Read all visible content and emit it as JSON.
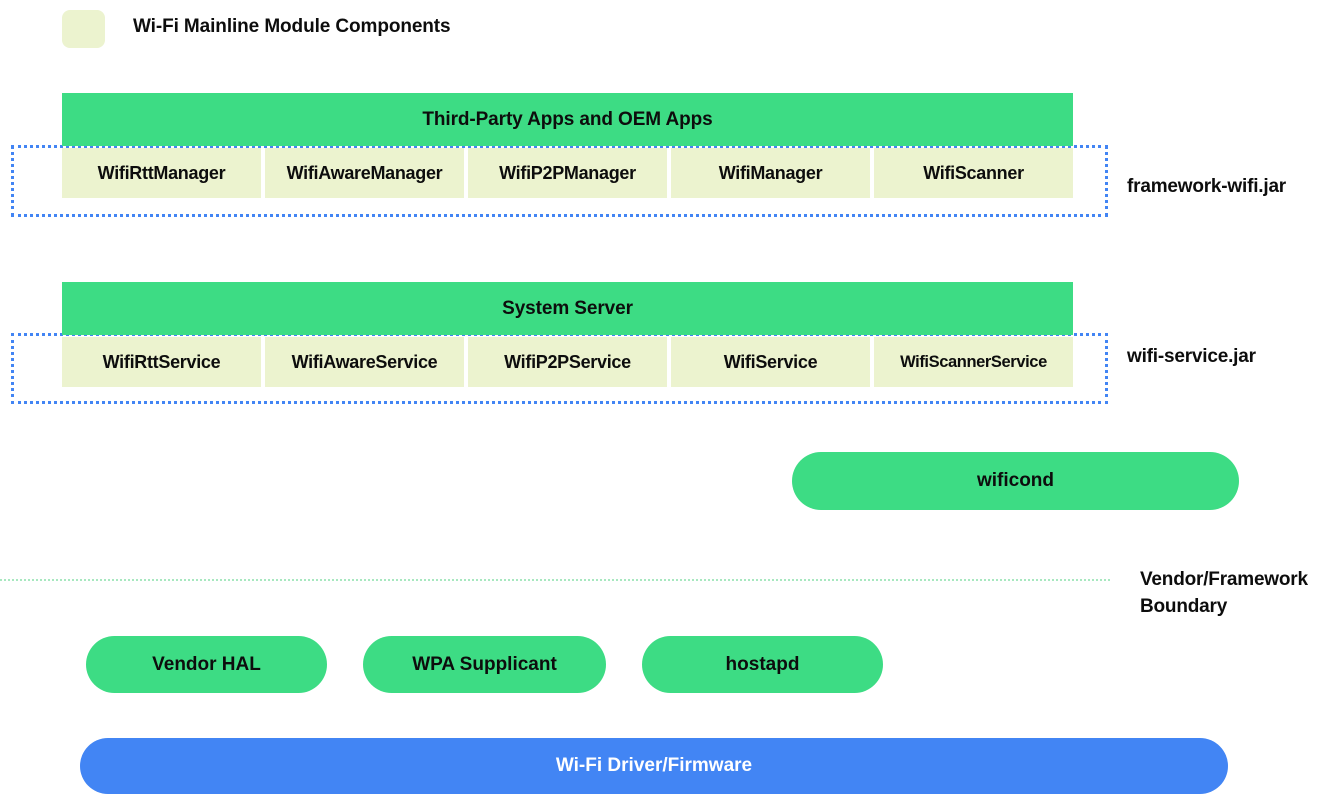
{
  "legend": {
    "swatch_color": "#ECF3CF",
    "label": "Wi-Fi Mainline Module Components"
  },
  "colors": {
    "green": "#3DDC84",
    "pale_yellow": "#ECF3CF",
    "blue": "#4285F4",
    "dotted_border": "#4285F4",
    "boundary_line": "#A8E8C0",
    "text_dark": "#0d0d0d",
    "text_light": "#ffffff"
  },
  "layers": [
    {
      "header": "Third-Party Apps and OEM Apps",
      "module_label": "framework-wifi.jar",
      "cells": [
        "WifiRttManager",
        "WifiAwareManager",
        "WifiP2PManager",
        "WifiManager",
        "WifiScanner"
      ]
    },
    {
      "header": "System Server",
      "module_label": "wifi-service.jar",
      "cells": [
        "WifiRttService",
        "WifiAwareService",
        "WifiP2PService",
        "WifiService",
        "WifiScannerService"
      ]
    }
  ],
  "daemon": {
    "wificond": "wificond"
  },
  "boundary": {
    "label_line1": "Vendor/Framework",
    "label_line2": "Boundary"
  },
  "vendor": {
    "vendor_hal": "Vendor HAL",
    "wpa_supplicant": "WPA Supplicant",
    "hostapd": "hostapd"
  },
  "driver": {
    "label": "Wi-Fi Driver/Firmware"
  }
}
